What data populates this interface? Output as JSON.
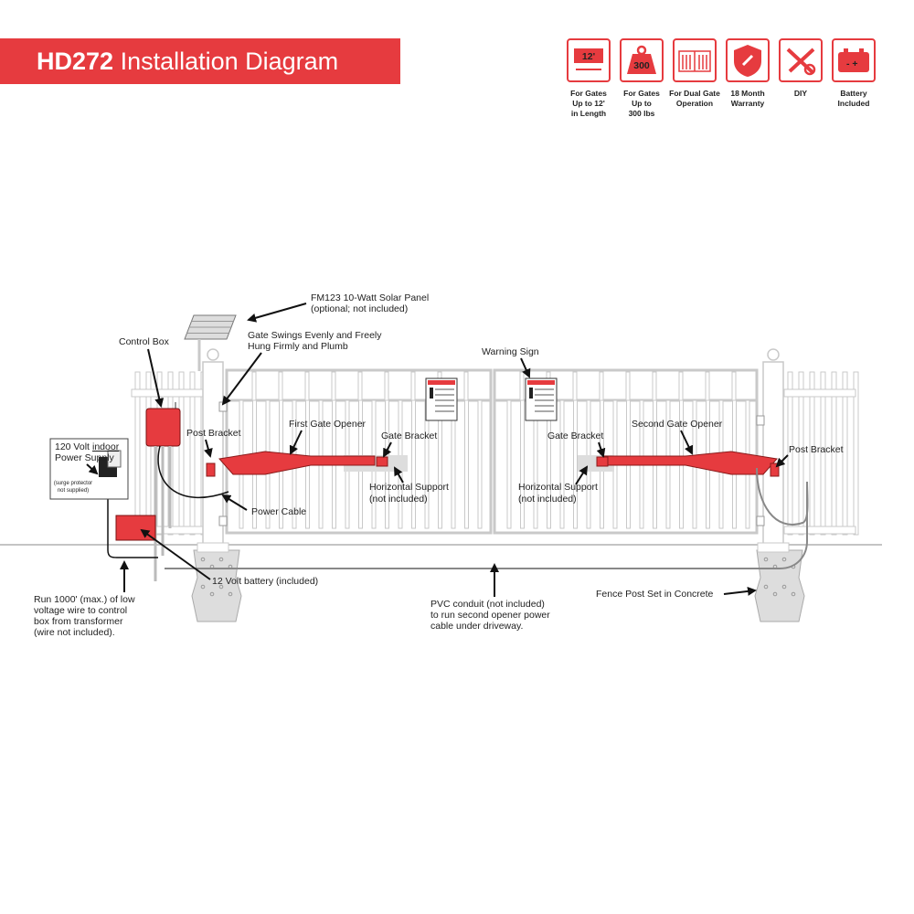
{
  "header": {
    "model": "HD272",
    "title": "Installation Diagram"
  },
  "features": [
    {
      "icon": "gate-length-icon",
      "icon_text": "12'",
      "lines": [
        "For Gates",
        "Up to 12'",
        "in Length"
      ]
    },
    {
      "icon": "weight-icon",
      "icon_text": "300",
      "lines": [
        "For Gates",
        "Up to",
        "300 lbs"
      ]
    },
    {
      "icon": "dual-gate-icon",
      "icon_text": "",
      "lines": [
        "For Dual Gate",
        "Operation"
      ]
    },
    {
      "icon": "warranty-shield-icon",
      "icon_text": "",
      "lines": [
        "18 Month",
        "Warranty"
      ]
    },
    {
      "icon": "tools-icon",
      "icon_text": "",
      "lines": [
        "DIY"
      ]
    },
    {
      "icon": "battery-icon",
      "icon_text": "",
      "lines": [
        "Battery",
        "Included"
      ]
    }
  ],
  "labels": {
    "solar1": "FM123 10-Watt Solar Panel",
    "solar2": "(optional; not included)",
    "swing1": "Gate Swings Evenly and Freely",
    "swing2": "Hung Firmly and Plumb",
    "control_box": "Control Box",
    "warning_sign": "Warning Sign",
    "post_bracket_left": "Post Bracket",
    "post_bracket_right": "Post Bracket",
    "first_opener": "First Gate Opener",
    "second_opener": "Second Gate Opener",
    "gate_bracket_left": "Gate Bracket",
    "gate_bracket_right": "Gate Bracket",
    "hsupport1_left": "Horizontal Support",
    "hsupport2_left": "(not included)",
    "hsupport1_right": "Horizontal Support",
    "hsupport2_right": "(not included)",
    "power_cable": "Power Cable",
    "psu1": "120 Volt",
    "psu_indoor": "indoor",
    "psu2": "Power Supply",
    "psu3": "(surge protector",
    "psu4": "not supplied)",
    "battery": "12 Volt battery (included)",
    "run1": "Run 1000' (max.) of low",
    "run2": "voltage wire to control",
    "run3": "box from transformer",
    "run4": "(wire not included).",
    "pvc1": "PVC conduit (not included)",
    "pvc2": "to run second opener power",
    "pvc3": "cable under driveway.",
    "concrete": "Fence Post Set in Concrete"
  },
  "colors": {
    "brand": "#e63b3f",
    "frame": "#c9c9c9"
  }
}
